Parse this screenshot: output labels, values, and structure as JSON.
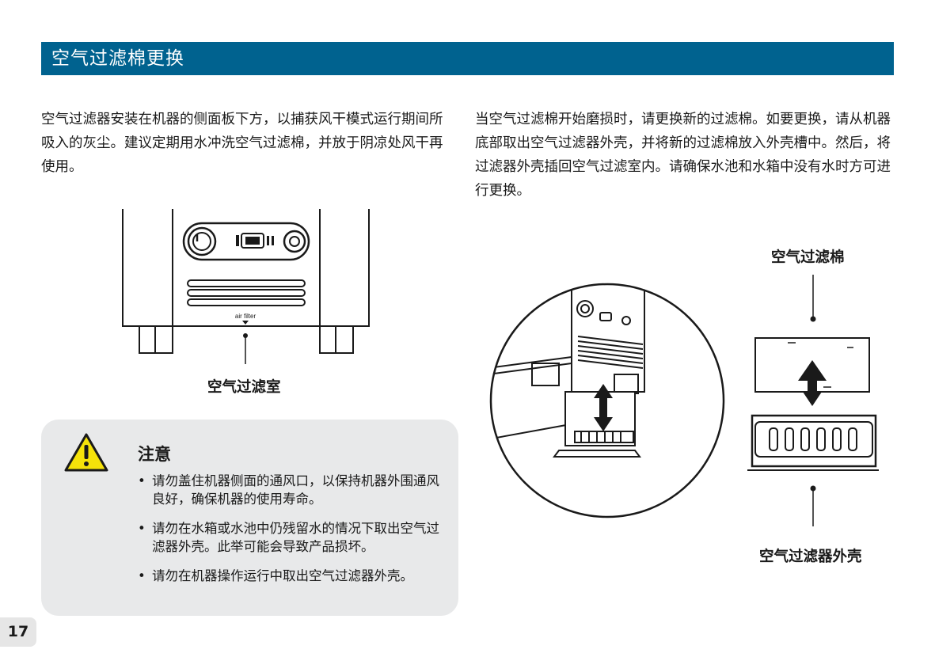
{
  "header": {
    "title": "空气过滤棉更换"
  },
  "paragraphs": {
    "left": "空气过滤器安装在机器的侧面板下方，以捕获风干模式运行期间所吸入的灰尘。建议定期用水冲洗空气过滤棉，并放于阴凉处风干再使用。",
    "right": "当空气过滤棉开始磨损时，请更换新的过滤棉。如要更换，请从机器底部取出空气过滤器外壳，并将新的过滤棉放入外壳槽中。然后，将过滤器外壳插回空气过滤室内。请确保水池和水箱中没有水时方可进行更换。"
  },
  "figure_left": {
    "device_label": "air filter",
    "callout": "空气过滤室"
  },
  "figure_right": {
    "callout_top": "空气过滤棉",
    "callout_bottom": "空气过滤器外壳"
  },
  "caution": {
    "title": "注意",
    "items": [
      "请勿盖住机器侧面的通风口，以保持机器外围通风良好，确保机器的使用寿命。",
      "请勿在水箱或水池中仍残留水的情况下取出空气过滤器外壳。此举可能会导致产品损坏。",
      "请勿在机器操作运行中取出空气过滤器外壳。"
    ],
    "bullet": "•",
    "icon_color": "#f5e20a"
  },
  "footer": {
    "page_number": "17"
  },
  "colors": {
    "banner": "#00628f",
    "caution_bg": "#e8e9ea"
  }
}
